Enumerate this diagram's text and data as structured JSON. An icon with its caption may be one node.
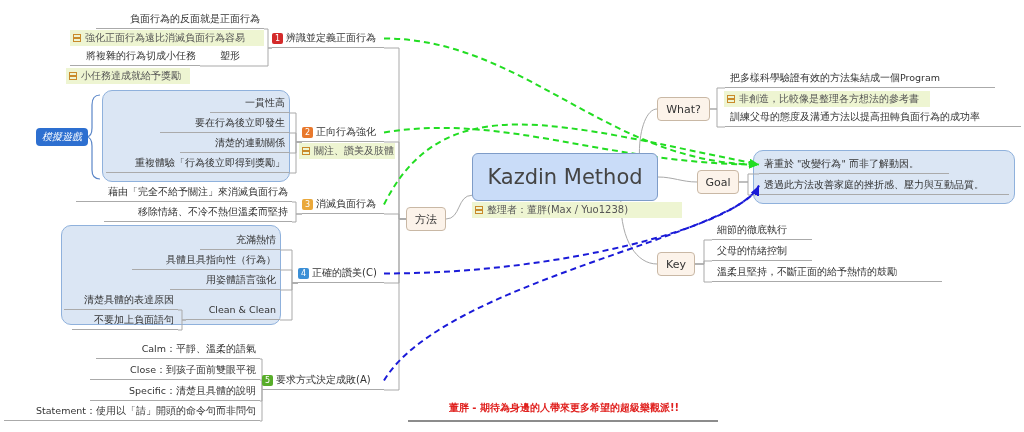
{
  "diagram": {
    "nodes": [
      {
        "text": [
          "Kazdin Method"
        ]
      },
      {
        "text": [
          "整理者：董胖(Max / Yuo1238)"
        ]
      },
      {
        "text": [
          "方法"
        ]
      },
      {
        "text": [
          "What?"
        ]
      },
      {
        "text": [
          "Goal"
        ]
      },
      {
        "text": [
          "Key"
        ]
      },
      {
        "text": [
          "1",
          "辨識並定義正面行為"
        ]
      },
      {
        "text": [
          "負面行為的反面就是正面行為"
        ]
      },
      {
        "text": [
          "強化正面行為遠比消滅負面行為容易"
        ]
      },
      {
        "text": [
          "將複雜的行為切成小任務"
        ]
      },
      {
        "text": [
          "小任務達成就給予獎勵"
        ]
      },
      {
        "text": [
          "2",
          "正向行為強化"
        ]
      },
      {
        "text": [
          "關注、讚美及肢體"
        ]
      },
      {
        "text": [],
        "shape": "box"
      },
      {
        "text": [
          "一貫性高"
        ],
        "in": 13
      },
      {
        "text": [
          "要在行為後立即發生"
        ],
        "in": 13
      },
      {
        "text": [
          "清楚的連動關係"
        ],
        "in": 13
      },
      {
        "text": [
          "重複體驗「行為後立即得到獎勵」"
        ],
        "in": 13
      },
      {
        "text": [
          "模擬遊戲"
        ]
      },
      {
        "text": [
          "3",
          "消滅負面行為"
        ]
      },
      {
        "text": [
          "藉由「完全不給予關注」來消滅負面行為"
        ]
      },
      {
        "text": [
          "移除情緒、不冷不熱但溫柔而堅持"
        ]
      },
      {
        "text": [
          "4",
          "正確的讚美(C)"
        ]
      },
      {
        "text": [],
        "shape": "box"
      },
      {
        "text": [
          "充滿熱情"
        ],
        "in": 23
      },
      {
        "text": [
          "具體且具指向性（行為）"
        ],
        "in": 23
      },
      {
        "text": [
          "用姿體語言強化"
        ],
        "in": 23
      },
      {
        "text": [
          "Clean & Clean"
        ],
        "in": 23
      },
      {
        "text": [
          "清楚具體的表達原因"
        ],
        "in": 23
      },
      {
        "text": [
          "不要加上負面語句"
        ],
        "in": 23
      },
      {
        "text": [
          "5",
          "要求方式決定成敗(A)"
        ]
      },
      {
        "text": [
          "Calm：平靜、溫柔的語氣"
        ]
      },
      {
        "text": [
          "Close：到孩子面前雙眼平視"
        ]
      },
      {
        "text": [
          "Specific：清楚且具體的說明"
        ]
      },
      {
        "text": [
          "Statement：使用以「請」開頭的命令句而非問句"
        ]
      },
      {
        "text": [
          "把多樣科學驗證有效的方法集結成一個Program"
        ]
      },
      {
        "text": [
          "非創造，比較像是整理各方想法的參考書"
        ]
      },
      {
        "text": [
          "訓練父母的態度及溝通方法以提高扭轉負面行為的成功率"
        ]
      },
      {
        "text": [],
        "shape": "box"
      },
      {
        "text": [
          "著重於 \"改變行為\" 而非了解動因。"
        ],
        "in": 38
      },
      {
        "text": [
          "透過此方法改善家庭的挫折感、壓力與互動品質。"
        ],
        "in": 38
      },
      {
        "text": [
          "細節的徹底執行"
        ]
      },
      {
        "text": [
          "父母的情緒控制"
        ]
      },
      {
        "text": [
          "溫柔且堅持，不斷正面的給予熱情的鼓勵"
        ]
      }
    ],
    "edges": [
      {
        "from": 0,
        "to": 2,
        "arrow": "none"
      },
      {
        "from": 0,
        "to": 3,
        "arrow": "none"
      },
      {
        "from": 0,
        "to": 4,
        "arrow": "none"
      },
      {
        "from": 0,
        "to": 5,
        "arrow": "none"
      },
      {
        "from": 2,
        "to": 6,
        "arrow": "none"
      },
      {
        "from": 2,
        "to": 11,
        "arrow": "none"
      },
      {
        "from": 2,
        "to": 19,
        "arrow": "none"
      },
      {
        "from": 2,
        "to": 22,
        "arrow": "none"
      },
      {
        "from": 2,
        "to": 30,
        "arrow": "none"
      },
      {
        "from": 6,
        "to": 7,
        "arrow": "none"
      },
      {
        "from": 6,
        "to": 9,
        "arrow": "none"
      },
      {
        "from": 11,
        "to": 14,
        "arrow": "none"
      },
      {
        "from": 11,
        "to": 15,
        "arrow": "none"
      },
      {
        "from": 11,
        "to": 16,
        "arrow": "none"
      },
      {
        "from": 11,
        "to": 17,
        "arrow": "none"
      },
      {
        "from": 19,
        "to": 20,
        "arrow": "none"
      },
      {
        "from": 19,
        "to": 21,
        "arrow": "none"
      },
      {
        "from": 22,
        "to": 24,
        "arrow": "none"
      },
      {
        "from": 22,
        "to": 25,
        "arrow": "none"
      },
      {
        "from": 22,
        "to": 26,
        "arrow": "none"
      },
      {
        "from": 22,
        "to": 27,
        "arrow": "none"
      },
      {
        "from": 27,
        "to": 28,
        "arrow": "none"
      },
      {
        "from": 27,
        "to": 29,
        "arrow": "none"
      },
      {
        "from": 30,
        "to": 31,
        "arrow": "none"
      },
      {
        "from": 30,
        "to": 32,
        "arrow": "none"
      },
      {
        "from": 30,
        "to": 33,
        "arrow": "none"
      },
      {
        "from": 30,
        "to": 34,
        "arrow": "none"
      },
      {
        "from": 3,
        "to": 35,
        "arrow": "none"
      },
      {
        "from": 3,
        "to": 37,
        "arrow": "none"
      },
      {
        "from": 4,
        "to": 39,
        "arrow": "none"
      },
      {
        "from": 4,
        "to": 40,
        "arrow": "none"
      },
      {
        "from": 5,
        "to": 41,
        "arrow": "none"
      },
      {
        "from": 5,
        "to": 42,
        "arrow": "none"
      },
      {
        "from": 5,
        "to": 43,
        "arrow": "none"
      },
      {
        "from": 6,
        "to": 39,
        "arrow": "to",
        "style": "dashed",
        "color": "#22dd22"
      },
      {
        "from": 11,
        "to": 39,
        "arrow": "to",
        "style": "dashed",
        "color": "#22dd22"
      },
      {
        "from": 19,
        "to": 39,
        "arrow": "to",
        "style": "dashed",
        "color": "#22dd22"
      },
      {
        "from": 22,
        "to": 40,
        "arrow": "to",
        "style": "dashed",
        "color": "#1a1ad8"
      },
      {
        "from": 30,
        "to": 40,
        "arrow": "to",
        "style": "dashed",
        "color": "#1a1ad8"
      }
    ],
    "labels": [
      "塑形",
      "董胖 - 期待為身邊的人帶來更多希望的超級樂觀派!!"
    ]
  }
}
